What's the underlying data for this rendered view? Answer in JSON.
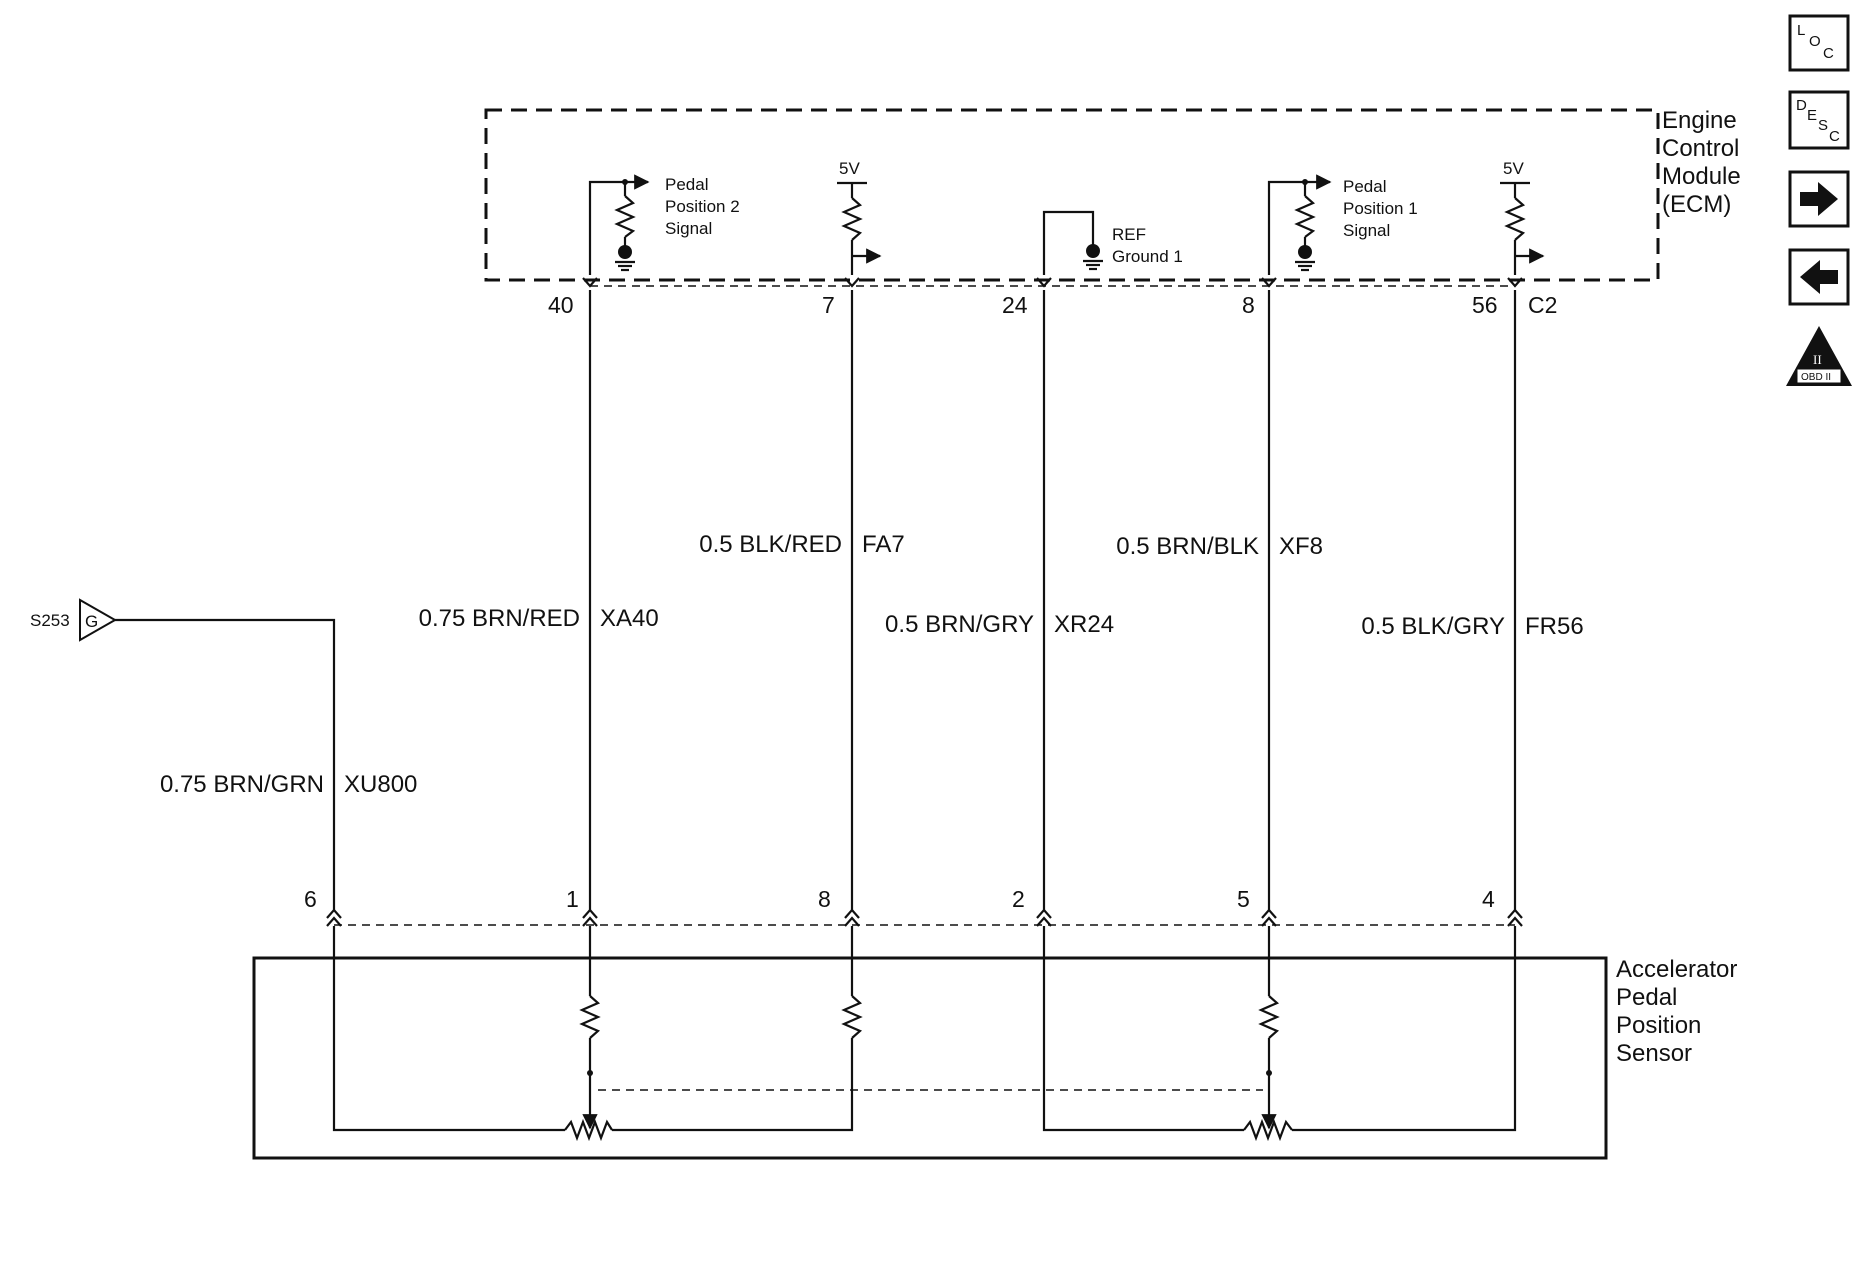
{
  "ecm": {
    "title_lines": [
      "Engine",
      "Control",
      "Module",
      "(ECM)"
    ],
    "pedal2_signal": [
      "Pedal",
      "Position 2",
      "Signal"
    ],
    "pedal1_signal": [
      "Pedal",
      "Position 1",
      "Signal"
    ],
    "ref_ground": [
      "REF",
      "Ground 1"
    ],
    "supply_5v_a": "5V",
    "supply_5v_b": "5V",
    "connector": "C2"
  },
  "ecm_pins": [
    "40",
    "7",
    "24",
    "8",
    "56"
  ],
  "wires": [
    {
      "size_color": "0.75 BRN/RED",
      "circuit": "XA40"
    },
    {
      "size_color": "0.5 BLK/RED",
      "circuit": "FA7"
    },
    {
      "size_color": "0.5 BRN/GRY",
      "circuit": "XR24"
    },
    {
      "size_color": "0.5 BRN/BLK",
      "circuit": "XF8"
    },
    {
      "size_color": "0.5 BLK/GRY",
      "circuit": "FR56"
    },
    {
      "size_color": "0.75 BRN/GRN",
      "circuit": "XU800"
    }
  ],
  "splice": {
    "id": "S253",
    "letter": "G"
  },
  "sensor_pins": [
    "6",
    "1",
    "8",
    "2",
    "5",
    "4"
  ],
  "sensor": {
    "title_lines": [
      "Accelerator",
      "Pedal",
      "Position",
      "Sensor"
    ]
  },
  "nav": {
    "loc": {
      "letters": [
        "L",
        "O",
        "C"
      ]
    },
    "desc": {
      "letters": [
        "D",
        "E",
        "S",
        "C"
      ]
    },
    "next_icon": "arrow-right-icon",
    "prev_icon": "arrow-left-icon",
    "obd": {
      "mark": "II",
      "label": "OBD II"
    }
  }
}
